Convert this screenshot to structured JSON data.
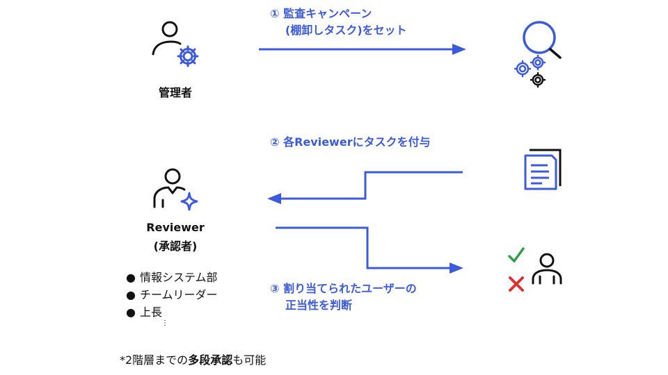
{
  "steps": {
    "step1": {
      "line1": "① 監査キャンペーン",
      "line2": "(棚卸しタスク)をセット"
    },
    "step2": {
      "line1": "② 各Reviewerにタスクを付与"
    },
    "step3": {
      "line1": "③ 割り当てられたユーザーの",
      "line2": "正当性を判断"
    }
  },
  "actors": {
    "admin": {
      "label": "管理者"
    },
    "reviewer": {
      "label_line1": "Reviewer",
      "label_line2": "(承認者)"
    }
  },
  "reviewer_examples": [
    "情報システム部",
    "チームリーダー",
    "上長"
  ],
  "reviewer_examples_more": "⋮",
  "note": {
    "prefix": "*2階層までの",
    "bold": "多段承認",
    "suffix": "も可能"
  },
  "colors": {
    "accent": "#3b5bdb",
    "approve": "#2e9e44",
    "reject": "#e03131",
    "ink": "#111111"
  },
  "icons": [
    "admin-user-gear-icon",
    "audit-search-gears-icon",
    "document-icon",
    "reviewer-user-sparkle-icon",
    "check-icon",
    "cross-icon",
    "user-icon"
  ]
}
